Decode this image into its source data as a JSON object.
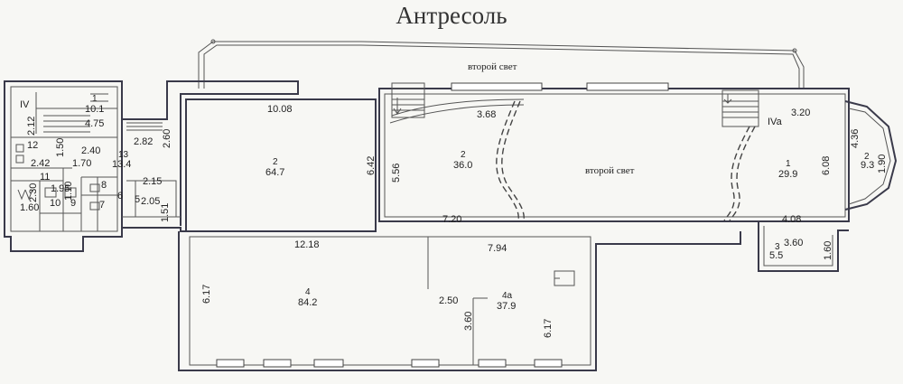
{
  "title": "Антресоль",
  "notes": {
    "second_light_top": "второй свет",
    "second_light_center": "второй свет"
  },
  "rooms": {
    "IV": {
      "num": "IV"
    },
    "r1a": {
      "num": "1",
      "area": "10.1"
    },
    "r13": {
      "num": "13",
      "area": "13.4"
    },
    "r2a": {
      "num": "2",
      "area": "64.7"
    },
    "r2b": {
      "num": "2",
      "area": "36.0"
    },
    "r1b": {
      "num": "1",
      "area": "29.9"
    },
    "r2c": {
      "num": "2",
      "area": "9.3"
    },
    "IVa": {
      "num": "IVa"
    },
    "r3": {
      "num": "3",
      "area": "5.5"
    },
    "r4": {
      "num": "4",
      "area": "84.2"
    },
    "r4a": {
      "num": "4a",
      "area": "37.9"
    },
    "r12": {
      "num": "12"
    },
    "r11": {
      "num": "11"
    },
    "r10": {
      "num": "10"
    },
    "r9": {
      "num": "9"
    },
    "r8": {
      "num": "8"
    },
    "r7": {
      "num": "7"
    },
    "r6": {
      "num": "6"
    },
    "r5": {
      "num": "5"
    }
  },
  "dims": {
    "d_2_12": "2.12",
    "d_4_75": "4.75",
    "d_1_50": "1.50",
    "d_2_40": "2.40",
    "d_2_82": "2.82",
    "d_2_60": "2.60",
    "d_2_42": "2.42",
    "d_1_70": "1.70",
    "d_2_30": "2.30",
    "d_1_95": "1.95",
    "d_1_10": "1.10",
    "d_1_60a": "1.60",
    "d_2_15": "2.15",
    "d_2_05": "2.05",
    "d_1_51": "1.51",
    "d_10_08": "10.08",
    "d_6_42": "6.42",
    "d_5_56": "5.56",
    "d_3_68": "3.68",
    "d_3_20": "3.20",
    "d_4_36": "4.36",
    "d_1_90": "1.90",
    "d_6_08": "6.08",
    "d_7_20": "7.20",
    "d_4_08": "4.08",
    "d_3_60a": "3.60",
    "d_1_60b": "1.60",
    "d_12_18": "12.18",
    "d_7_94": "7.94",
    "d_6_17a": "6.17",
    "d_2_50": "2.50",
    "d_3_60b": "3.60",
    "d_6_17b": "6.17"
  }
}
